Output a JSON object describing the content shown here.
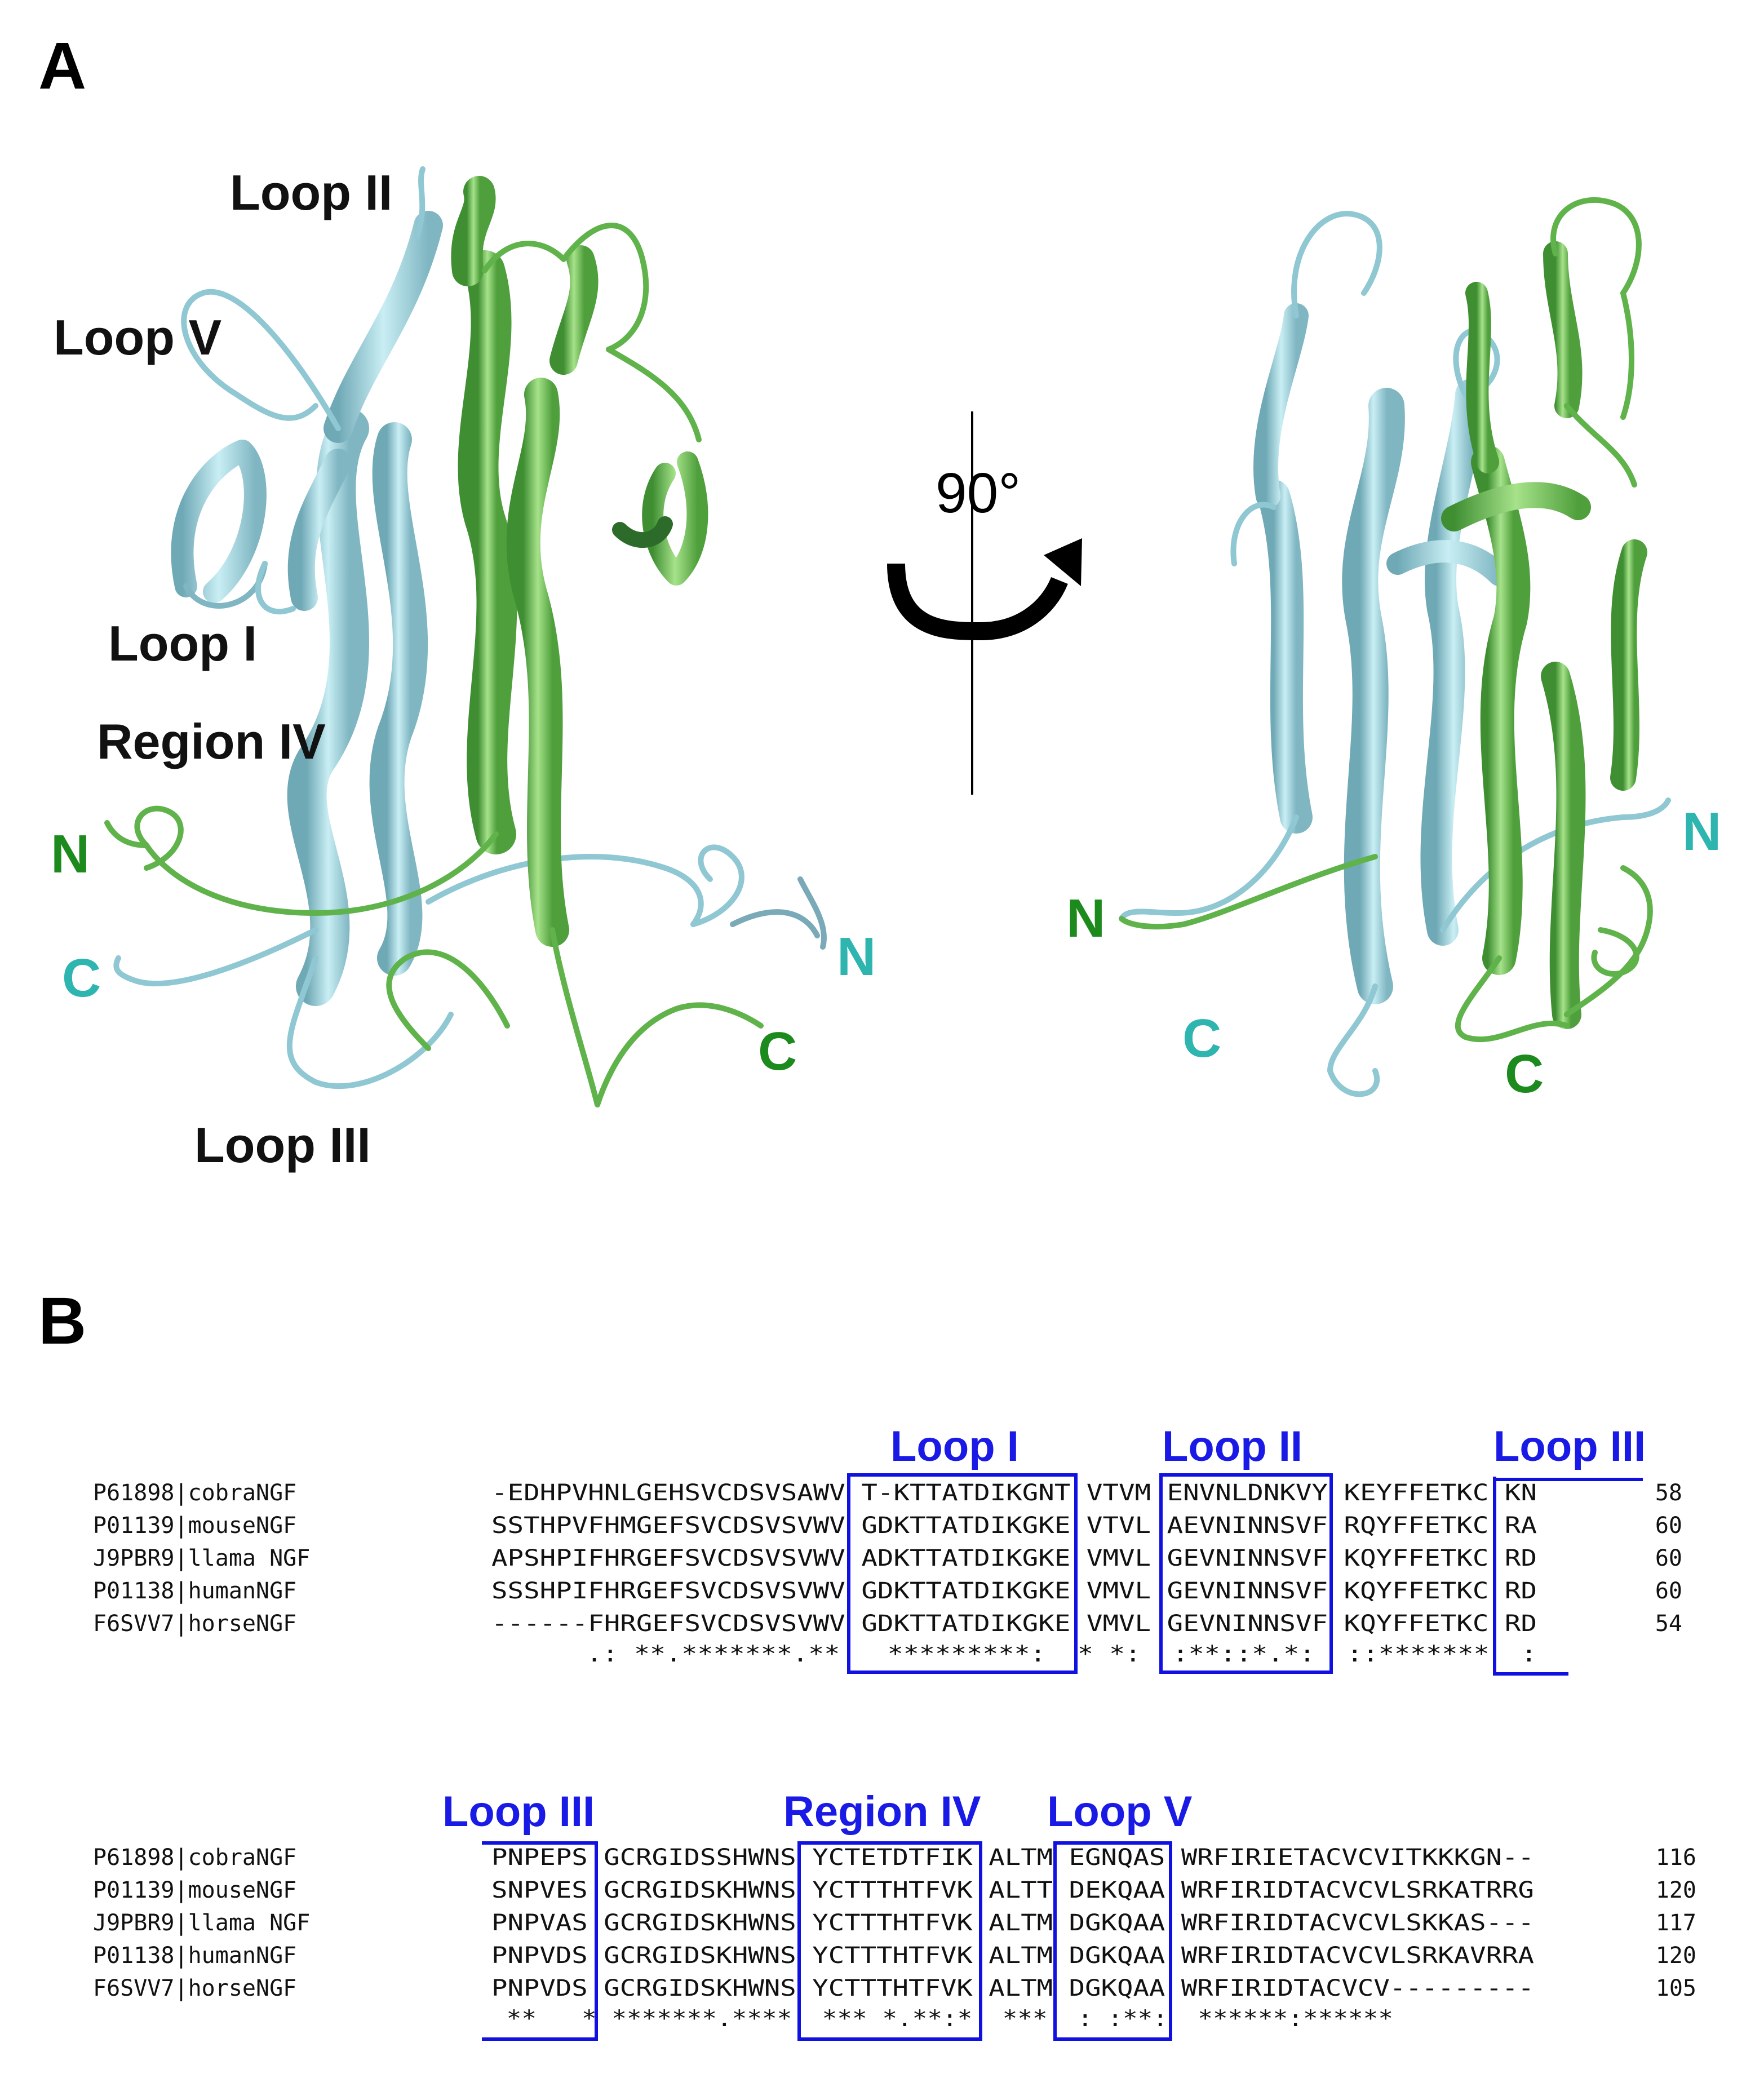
{
  "panel_a": {
    "label": "A",
    "left_labels": {
      "loop2": "Loop II",
      "loop5": "Loop V",
      "loop1": "Loop I",
      "region4": "Region IV",
      "loop3": "Loop III"
    },
    "termini": {
      "left_n_green": "N",
      "left_c_cyan": "C",
      "left_n_cyan": "N",
      "left_c_green": "C",
      "right_n_green": "N",
      "right_n_cyan": "N",
      "right_c_cyan": "C",
      "right_c_green": "C"
    },
    "rotation": "90°",
    "colors": {
      "chain_cyan": "#8fc7d3",
      "chain_green": "#5fb34a",
      "label_cyan": "#2eb5b0",
      "label_green": "#1d8a1d"
    }
  },
  "panel_b": {
    "label": "B",
    "colors": {
      "region_box": "#1010e0",
      "region_title": "#1a1ae6"
    },
    "block1": {
      "titles": [
        "Loop I",
        "Loop II",
        "Loop III"
      ],
      "rows": [
        {
          "id": "P61898|cobraNGF",
          "seq": "-EDHPVHNLGEHSVCDSVSAWV T-KTTATDIKGNT VTVM ENVNLDNKVY KEYFFETKC KN",
          "num": "58"
        },
        {
          "id": "P01139|mouseNGF",
          "seq": "SSTHPVFHMGEFSVCDSVSVWV GDKTTATDIKGKE VTVL AEVNINNSVF RQYFFETKC RA",
          "num": "60"
        },
        {
          "id": "J9PBR9|llama NGF",
          "seq": "APSHPIFHRGEFSVCDSVSVWV ADKTTATDIKGKE VMVL GEVNINNSVF KQYFFETKC RD",
          "num": "60"
        },
        {
          "id": "P01138|humanNGF",
          "seq": "SSSHPIFHRGEFSVCDSVSVWV GDKTTATDIKGKE VMVL GEVNINNSVF KQYFFETKC RD",
          "num": "60"
        },
        {
          "id": "F6SVV7|horseNGF",
          "seq": "------FHRGEFSVCDSVSVWV GDKTTATDIKGKE VMVL GEVNINNSVF KQYFFETKC RD",
          "num": "54"
        }
      ],
      "consensus": "      .: **.*******.**   *********:  * *:  :**::*.*:  ::*******  :"
    },
    "block2": {
      "titles": [
        "Loop III",
        "Region IV",
        "Loop V"
      ],
      "rows": [
        {
          "id": "P61898|cobraNGF",
          "seq": "PNPEPS GCRGIDSSHWNS YCTETDTFIK ALTM EGNQAS WRFIRIETACVCVITKKKGN--",
          "num": "116"
        },
        {
          "id": "P01139|mouseNGF",
          "seq": "SNPVES GCRGIDSKHWNS YCTTTHTFVK ALTT DEKQAA WRFIRIDTACVCVLSRKATRRG",
          "num": "120"
        },
        {
          "id": "J9PBR9|llama NGF",
          "seq": "PNPVAS GCRGIDSKHWNS YCTTTHTFVK ALTM DGKQAA WRFIRIDTACVCVLSKKAS---",
          "num": "117"
        },
        {
          "id": "P01138|humanNGF",
          "seq": "PNPVDS GCRGIDSKHWNS YCTTTHTFVK ALTM DGKQAA WRFIRIDTACVCVLSRKAVRRA",
          "num": "120"
        },
        {
          "id": "F6SVV7|horseNGF",
          "seq": "PNPVDS GCRGIDSKHWNS YCTTTHTFVK ALTM DGKQAA WRFIRIDTACVCV---------",
          "num": "105"
        }
      ],
      "consensus": " **   * *******.****  *** *.**:*  ***  : :**:  ******:******"
    }
  }
}
